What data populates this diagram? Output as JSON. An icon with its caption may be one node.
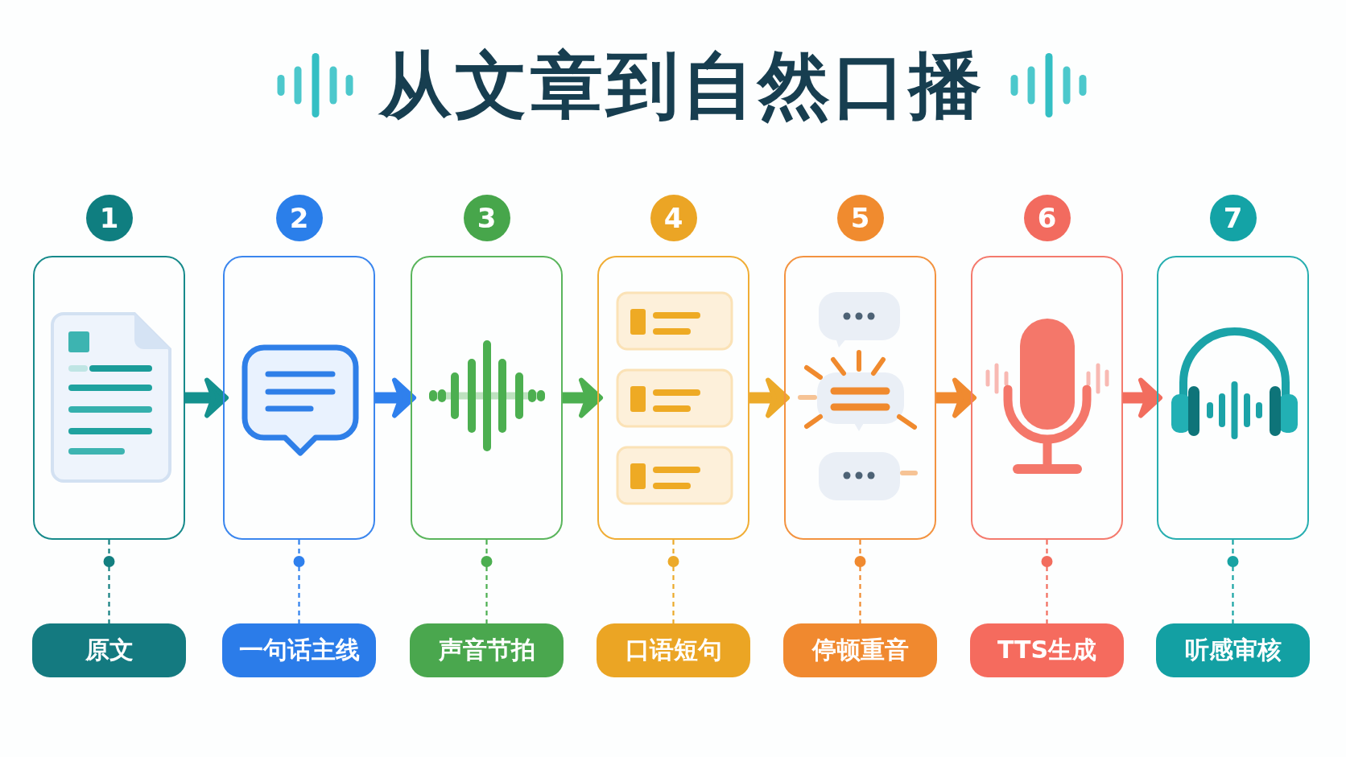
{
  "diagram": {
    "title": "从文章到自然口播",
    "nodes": [
      {
        "text": [
          "1"
        ]
      },
      {
        "text": [],
        "shape": "picture"
      },
      {
        "text": [
          "原文"
        ]
      },
      {
        "text": [
          "2"
        ]
      },
      {
        "text": [],
        "shape": "picture"
      },
      {
        "text": [
          "一句话主线"
        ]
      },
      {
        "text": [
          "3"
        ]
      },
      {
        "text": [],
        "shape": "picture"
      },
      {
        "text": [
          "声音节拍"
        ]
      },
      {
        "text": [
          "4"
        ]
      },
      {
        "text": [],
        "shape": "picture"
      },
      {
        "text": [
          "口语短句"
        ]
      },
      {
        "text": [
          "5"
        ]
      },
      {
        "text": [],
        "shape": "picture"
      },
      {
        "text": [
          "停顿重音"
        ]
      },
      {
        "text": [
          "6"
        ]
      },
      {
        "text": [],
        "shape": "picture"
      },
      {
        "text": [
          "TTS生成"
        ]
      },
      {
        "text": [
          "7"
        ]
      },
      {
        "text": [],
        "shape": "picture"
      },
      {
        "text": [
          "听感审核"
        ]
      }
    ],
    "edges": [
      {
        "from": 1,
        "to": 4,
        "arrow": "to",
        "style": "thick",
        "color": "#14918e"
      },
      {
        "from": 4,
        "to": 7,
        "arrow": "to",
        "style": "thick",
        "color": "#2f80ed"
      },
      {
        "from": 7,
        "to": 10,
        "arrow": "to",
        "style": "thick",
        "color": "#4caf50"
      },
      {
        "from": 10,
        "to": 13,
        "arrow": "to",
        "style": "thick",
        "color": "#ecaa2a"
      },
      {
        "from": 13,
        "to": 16,
        "arrow": "to",
        "style": "thick",
        "color": "#f08a30"
      },
      {
        "from": 16,
        "to": 19,
        "arrow": "to",
        "style": "thick",
        "color": "#f26d5e"
      },
      {
        "from": 1,
        "to": 2,
        "arrow": "other",
        "style": "dashed",
        "color": "#137f80"
      },
      {
        "from": 4,
        "to": 5,
        "arrow": "other",
        "style": "dashed",
        "color": "#2f80ed"
      },
      {
        "from": 7,
        "to": 8,
        "arrow": "other",
        "style": "dashed",
        "color": "#4caf50"
      },
      {
        "from": 10,
        "to": 11,
        "arrow": "other",
        "style": "dashed",
        "color": "#ecaa2a"
      },
      {
        "from": 13,
        "to": 14,
        "arrow": "other",
        "style": "dashed",
        "color": "#f08a30"
      },
      {
        "from": 16,
        "to": 17,
        "arrow": "other",
        "style": "dashed",
        "color": "#f26d5e"
      },
      {
        "from": 19,
        "to": 20,
        "arrow": "other",
        "style": "dashed",
        "color": "#18a3a3"
      }
    ]
  }
}
